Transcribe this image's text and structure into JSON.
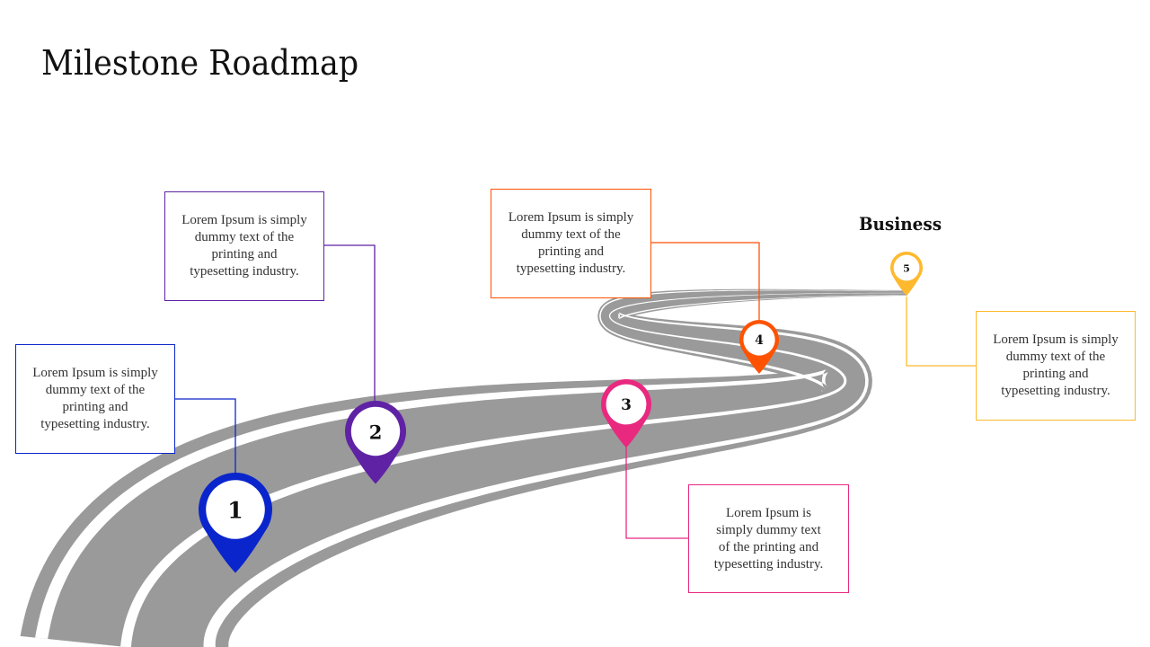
{
  "slide": {
    "title": "Milestone Roadmap",
    "end_label": "Business"
  },
  "milestones": [
    {
      "number": "1",
      "color": "#0a25cc",
      "text": "Lorem Ipsum is simply dummy text of the printing and typesetting industry."
    },
    {
      "number": "2",
      "color": "#5f22a5",
      "text": "Lorem Ipsum is simply dummy text of the printing and typesetting industry."
    },
    {
      "number": "3",
      "color": "#e8297f",
      "text": "Lorem Ipsum is simply dummy text of the printing and typesetting industry."
    },
    {
      "number": "4",
      "color": "#ff5200",
      "text": "Lorem Ipsum is simply dummy text of the printing and typesetting industry."
    },
    {
      "number": "5",
      "color": "#ffb92e",
      "text": "Lorem Ipsum is simply dummy text of the printing and typesetting industry."
    }
  ],
  "colors": {
    "road": "#9a9a9a",
    "lane_line": "#ffffff"
  }
}
